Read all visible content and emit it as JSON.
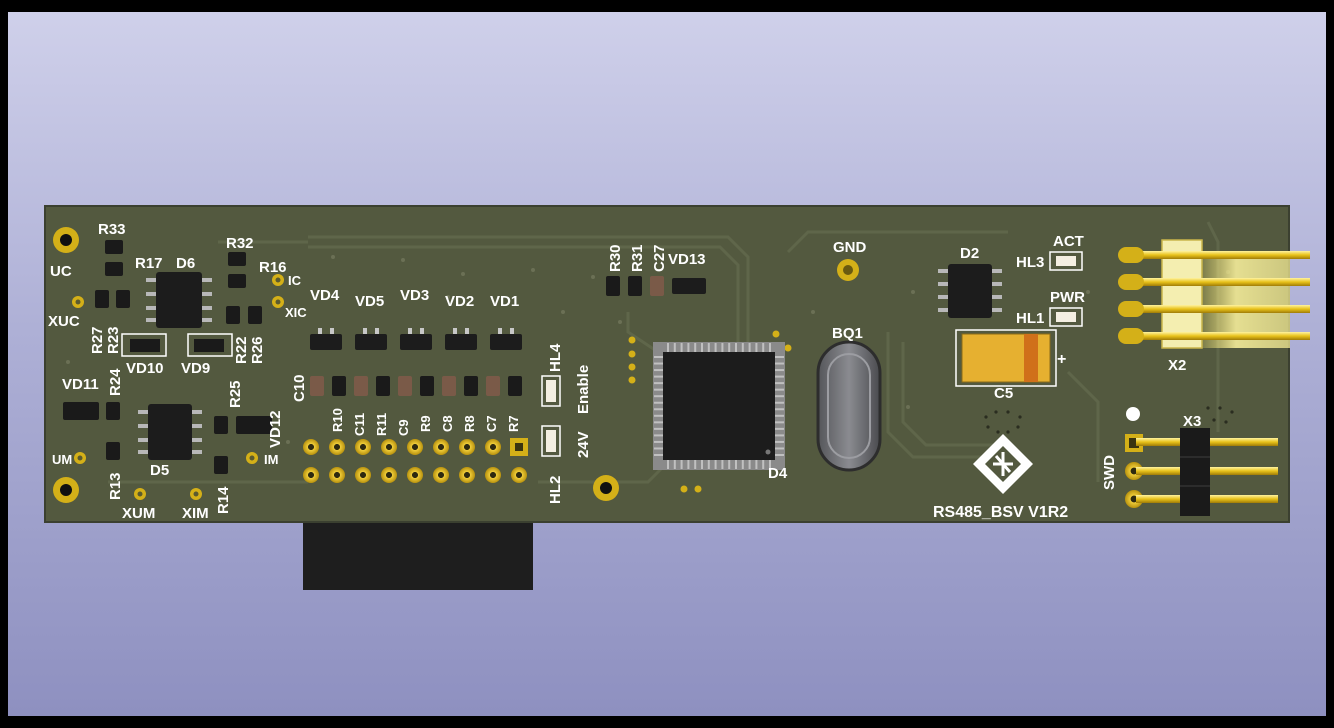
{
  "board": {
    "name": "RS485_BSV V1R2",
    "colors": {
      "pcb": "#53593f",
      "silk": "#ffffff",
      "pad": "#d4b018",
      "header_pin": "#e8c21a",
      "ic_body": "#1c1c1c",
      "tantalum": "#e6b030",
      "background_top": "#cfd0ea",
      "background_bottom": "#8e90c0"
    }
  },
  "labels": {
    "r33": "R33",
    "r17": "R17",
    "d6": "D6",
    "r32": "R32",
    "r16": "R16",
    "ic": "IC",
    "xic": "XIC",
    "uc": "UC",
    "xuc": "XUC",
    "r27": "R27",
    "r23": "R23",
    "r22": "R22",
    "r26": "R26",
    "vd10": "VD10",
    "vd9": "VD9",
    "vd11": "VD11",
    "r24": "R24",
    "r25": "R25",
    "vd12": "VD12",
    "um": "UM",
    "im": "IM",
    "d5": "D5",
    "r13": "R13",
    "r14": "R14",
    "xum": "XUM",
    "xim": "XIM",
    "vd4": "VD4",
    "vd5": "VD5",
    "vd3": "VD3",
    "vd2": "VD2",
    "vd1": "VD1",
    "c10": "C10",
    "r10": "R10",
    "c11": "C11",
    "r11": "R11",
    "c9": "C9",
    "r9": "R9",
    "c8": "C8",
    "r8": "R8",
    "c7": "C7",
    "r7": "R7",
    "hl4": "HL4",
    "enable": "Enable",
    "v24": "24V",
    "hl2": "HL2",
    "r30": "R30",
    "r31": "R31",
    "c27": "C27",
    "vd13": "VD13",
    "d4": "D4",
    "gnd": "GND",
    "bq1": "BQ1",
    "d2": "D2",
    "hl3": "HL3",
    "act": "ACT",
    "pwr": "PWR",
    "hl1": "HL1",
    "c5": "C5",
    "plus": "+",
    "x2": "X2",
    "x3": "X3",
    "swd": "SWD"
  }
}
